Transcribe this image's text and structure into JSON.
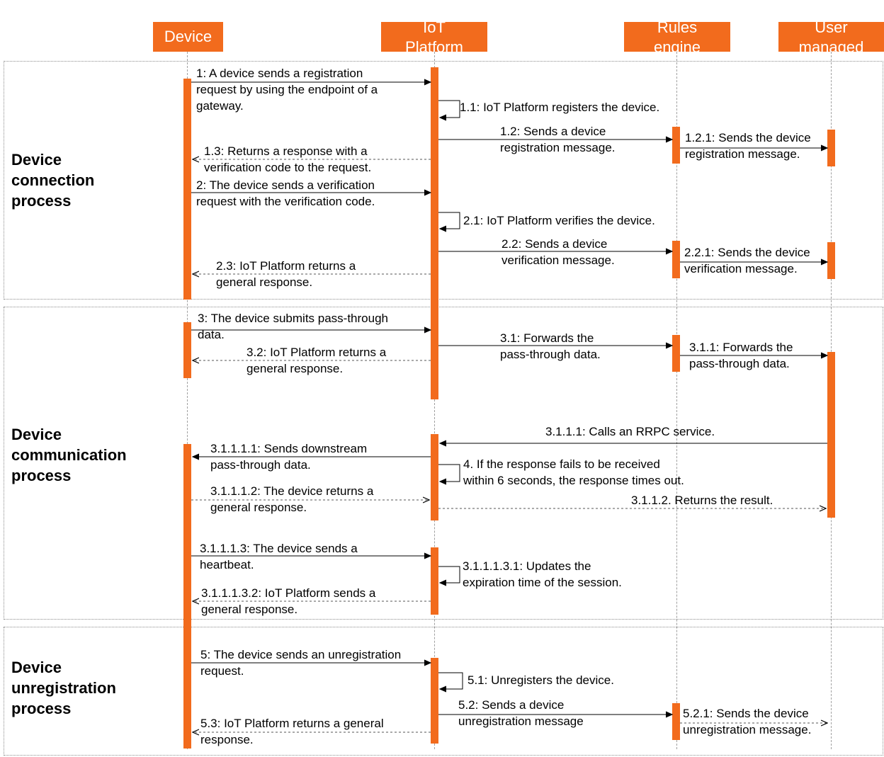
{
  "colors": {
    "accent": "#f26b1d",
    "arrow": "#000000",
    "box_border": "#8c8c8c"
  },
  "participants": {
    "device": "Device",
    "iot_platform": "IoT\nPlatform",
    "rules_engine": "Rules\nengine",
    "user_managed": "User\nmanaged"
  },
  "sections": {
    "connection": "Device\nconnection\nprocess",
    "communication": "Device\ncommunication\nprocess",
    "unregistration": "Device\nunregistration\nprocess"
  },
  "messages": {
    "m1": "1: A device sends a registration\nrequest by using the endpoint of a\ngateway.",
    "m1_1": "1.1: IoT Platform registers the device.",
    "m1_2": "1.2: Sends a device\nregistration message.",
    "m1_2_1": "1.2.1: Sends the device\nregistration message.",
    "m1_3": "1.3: Returns a response with a\nverification code to the request.",
    "m2": "2: The device sends a verification\nrequest with the verification code.",
    "m2_1": "2.1: IoT Platform verifies the device.",
    "m2_2": "2.2: Sends a device\nverification message.",
    "m2_2_1": "2.2.1: Sends the device\nverification message.",
    "m2_3": "2.3: IoT Platform returns a\ngeneral response.",
    "m3": "3: The device submits pass-through\ndata.",
    "m3_1": "3.1: Forwards the\npass-through data.",
    "m3_1_1": "3.1.1: Forwards the\npass-through data.",
    "m3_2": "3.2: IoT Platform returns a\ngeneral response.",
    "m3_1_1_1": "3.1.1.1: Calls an RRPC service.",
    "m3_1_1_1_1": "3.1.1.1.1: Sends downstream\npass-through data.",
    "m4": "4. If the response fails to be received\nwithin 6 seconds, the response times out.",
    "m3_1_1_1_2": "3.1.1.1.2: The device returns a\ngeneral response.",
    "m3_1_1_2": "3.1.1.2. Returns the result.",
    "m3_1_1_1_3": "3.1.1.1.3: The device sends a\nheartbeat.",
    "m3_1_1_1_3_1": "3.1.1.1.3.1: Updates the\nexpiration time of the session.",
    "m3_1_1_1_3_2": "3.1.1.1.3.2: IoT Platform sends a\ngeneral response.",
    "m5": "5: The device sends an unregistration\nrequest.",
    "m5_1": "5.1: Unregisters the device.",
    "m5_2": "5.2: Sends a device\nunregistration message",
    "m5_2_1": "5.2.1: Sends the device\nunregistration message.",
    "m5_3": "5.3: IoT Platform returns a general\nresponse."
  }
}
